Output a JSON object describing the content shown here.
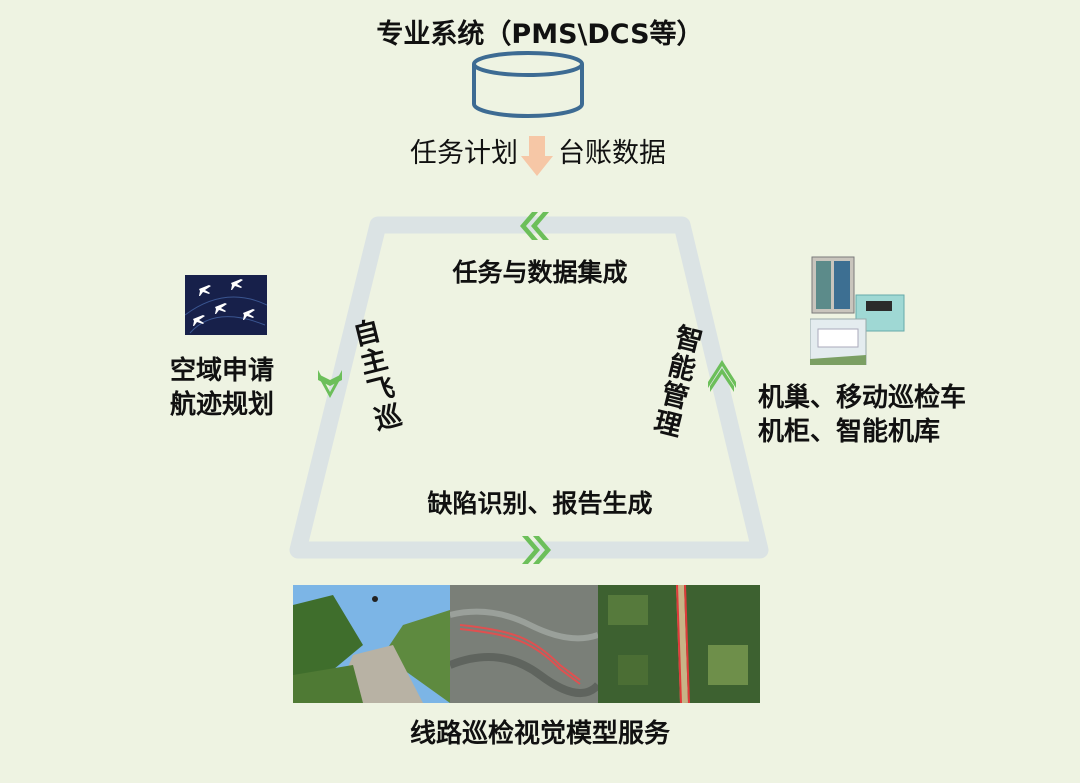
{
  "title": "专业系统（PMS\\DCS等）",
  "database": {
    "icon": "database-cylinder-icon"
  },
  "inputs": {
    "left": "任务计划",
    "right": "台账数据",
    "arrow_icon": "down-arrow-icon"
  },
  "cycle": {
    "top": "任务与数据集成",
    "bottom": "缺陷识别、报告生成",
    "left_vertical": "自主飞巡",
    "right_vertical": "智能管理",
    "loop_color": "#dbe3e4",
    "arrow_color": "#6cbf5a"
  },
  "left_side": {
    "lines": [
      "空域申请",
      "航迹规划"
    ]
  },
  "right_side": {
    "lines": [
      "机巢、移动巡检车",
      "机柜、智能机库"
    ]
  },
  "bottom_title": "线路巡检视觉模型服务",
  "colors": {
    "background": "#eef3e2",
    "cylinder_stroke": "#3d6b93",
    "down_arrow": "#f6c7a6"
  }
}
